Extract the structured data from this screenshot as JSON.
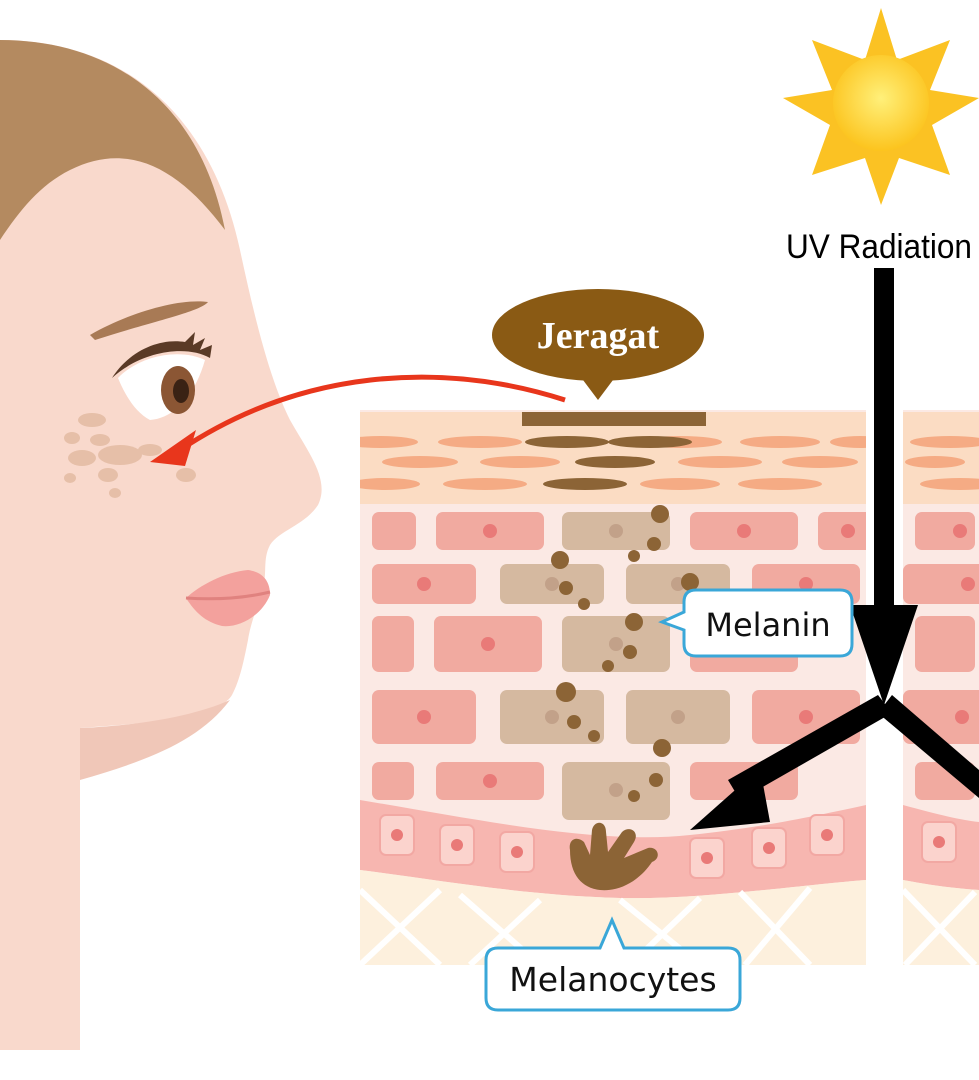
{
  "labels": {
    "jeragat": "Jeragat",
    "uv_radiation": "UV Radiation",
    "melanin": "Melanin",
    "melanocytes": "Melanocytes"
  },
  "colors": {
    "skin_face": "#f9d9cc",
    "hair": "#b48a60",
    "bubble_brown": "#8a5a14",
    "callout_border": "#3aa7d8",
    "arrow_red": "#e8361c",
    "sun": "#fbc223",
    "epidermis_cell": "#f1aaa0",
    "melanin_cell": "#d5b9a0",
    "pigment": "#8c6436"
  }
}
